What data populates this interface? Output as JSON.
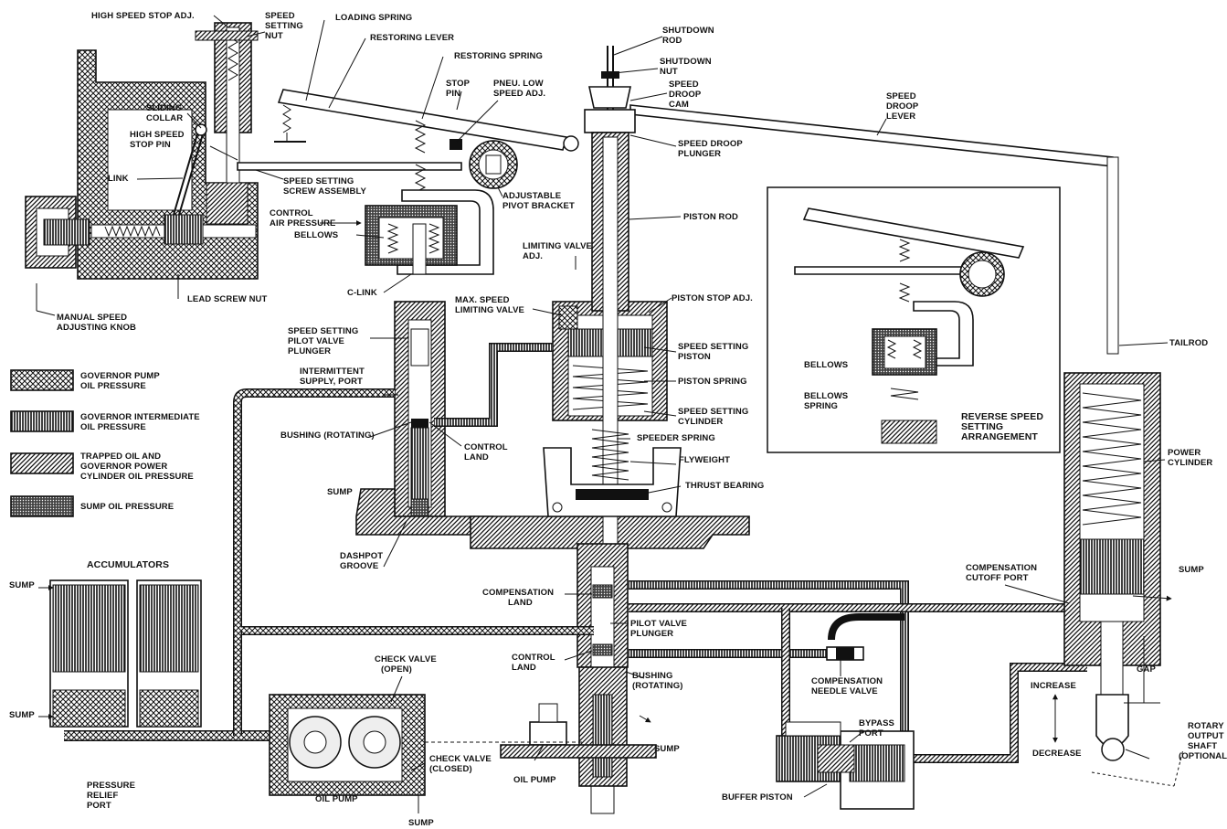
{
  "labels": {
    "high_speed_stop_adj": "HIGH SPEED  STOP ADJ.",
    "speed_setting_nut": [
      "SPEED",
      "SETTING",
      "NUT"
    ],
    "loading_spring": "LOADING SPRING",
    "restoring_lever": "RESTORING LEVER",
    "restoring_spring": "RESTORING SPRING",
    "stop_pin": [
      "STOP",
      "PIN"
    ],
    "pneu_low_speed_adj": [
      "PNEU. LOW",
      "SPEED ADJ."
    ],
    "sliding_collar": [
      "SLIDING",
      "COLLAR"
    ],
    "high_speed_stop_pin": [
      "HIGH SPEED",
      "STOP PIN"
    ],
    "link": "LINK",
    "speed_setting_screw_assembly": [
      "SPEED SETTING",
      "SCREW ASSEMBLY"
    ],
    "adjustable_pivot_bracket": [
      "ADJUSTABLE",
      "PIVOT BRACKET"
    ],
    "control_air_pressure": [
      "CONTROL",
      "AIR PRESSURE"
    ],
    "bellows": "BELLOWS",
    "lead_screw_nut": "LEAD SCREW NUT",
    "c_link": "C-LINK",
    "manual_speed_adjusting_knob": [
      "MANUAL SPEED",
      "ADJUSTING KNOB"
    ],
    "shutdown_rod": [
      "SHUTDOWN",
      "ROD"
    ],
    "shutdown_nut": [
      "SHUTDOWN",
      "NUT"
    ],
    "speed_droop_cam": [
      "SPEED",
      "DROOP",
      "CAM"
    ],
    "speed_droop_plunger": [
      "SPEED DROOP",
      "PLUNGER"
    ],
    "speed_droop_lever": [
      "SPEED",
      "DROOP",
      "LEVER"
    ],
    "piston_rod": "PISTON ROD",
    "limiting_valve_adj": [
      "LIMITING VALVE",
      "ADJ."
    ],
    "max_speed_limiting_valve": [
      "MAX. SPEED",
      "LIMITING VALVE"
    ],
    "piston_stop_adj": "PISTON STOP ADJ.",
    "speed_setting_pilot_valve_plunger": [
      "SPEED SETTING",
      "PILOT VALVE",
      "PLUNGER"
    ],
    "speed_setting_piston": [
      "SPEED SETTING",
      "PISTON"
    ],
    "piston_spring": "PISTON SPRING",
    "speed_setting_cylinder": [
      "SPEED SETTING",
      "CYLINDER"
    ],
    "intermittent_supply_port": [
      "INTERMITTENT",
      "SUPPLY, PORT"
    ],
    "bushing_rotating_upper": "BUSHING (ROTATING)",
    "control_land_upper": [
      "CONTROL",
      "LAND"
    ],
    "speeder_spring": "SPEEDER SPRING",
    "flyweight": "FLYWEIGHT",
    "thrust_bearing": "THRUST BEARING",
    "sump_left": "SUMP",
    "dashpot_groove": [
      "DASHPOT",
      "GROOVE"
    ],
    "accumulators": "ACCUMULATORS",
    "sump_acc_top": "SUMP",
    "sump_acc_bottom": "SUMP",
    "pressure_relief_port": [
      "PRESSURE",
      "RELIEF",
      "PORT"
    ],
    "compensation_land": [
      "COMPENSATION",
      "LAND"
    ],
    "pilot_valve_plunger": [
      "PILOT VALVE",
      "PLUNGER"
    ],
    "control_land_lower": [
      "CONTROL",
      "LAND"
    ],
    "bushing_rotating_lower": [
      "BUSHING",
      "(ROTATING)"
    ],
    "check_valve_open": [
      "CHECK VALVE",
      "(OPEN)"
    ],
    "check_valve_closed": [
      "CHECK VALVE",
      "(CLOSED)"
    ],
    "oil_pump_left": "OIL PUMP",
    "oil_pump_center": "OIL PUMP",
    "sump_bottom": "SUMP",
    "sump_center": "SUMP",
    "compensation_needle_valve": [
      "COMPENSATION",
      "NEEDLE VALVE"
    ],
    "bypass_port": [
      "BYPASS",
      "PORT"
    ],
    "buffer_piston": "BUFFER PISTON",
    "compensation_cutoff_port": [
      "COMPENSATION",
      "CUTOFF PORT"
    ],
    "sump_right": "SUMP",
    "tailrod": "TAILROD",
    "power_cylinder": [
      "POWER",
      "CYLINDER"
    ],
    "gap": "GAP",
    "increase": "INCREASE",
    "decrease": "DECREASE",
    "rotary_output_shaft": [
      "ROTARY",
      "OUTPUT",
      "SHAFT",
      "(OPTIONAL)"
    ]
  },
  "inset": {
    "bellows": "BELLOWS",
    "bellows_spring": [
      "BELLOWS",
      "SPRING"
    ],
    "title": [
      "REVERSE SPEED",
      "SETTING",
      "ARRANGEMENT"
    ]
  },
  "legend": [
    {
      "pattern": "crosshatch",
      "lines": [
        "GOVERNOR PUMP",
        "OIL PRESSURE"
      ]
    },
    {
      "pattern": "vertical",
      "lines": [
        "GOVERNOR INTERMEDIATE",
        "OIL PRESSURE"
      ]
    },
    {
      "pattern": "diagonal",
      "lines": [
        "TRAPPED OIL AND",
        "GOVERNOR POWER",
        "CYLINDER OIL PRESSURE"
      ]
    },
    {
      "pattern": "dots",
      "lines": [
        "SUMP OIL PRESSURE"
      ]
    }
  ],
  "colors": {
    "ink": "#111111",
    "paper": "#ffffff"
  }
}
